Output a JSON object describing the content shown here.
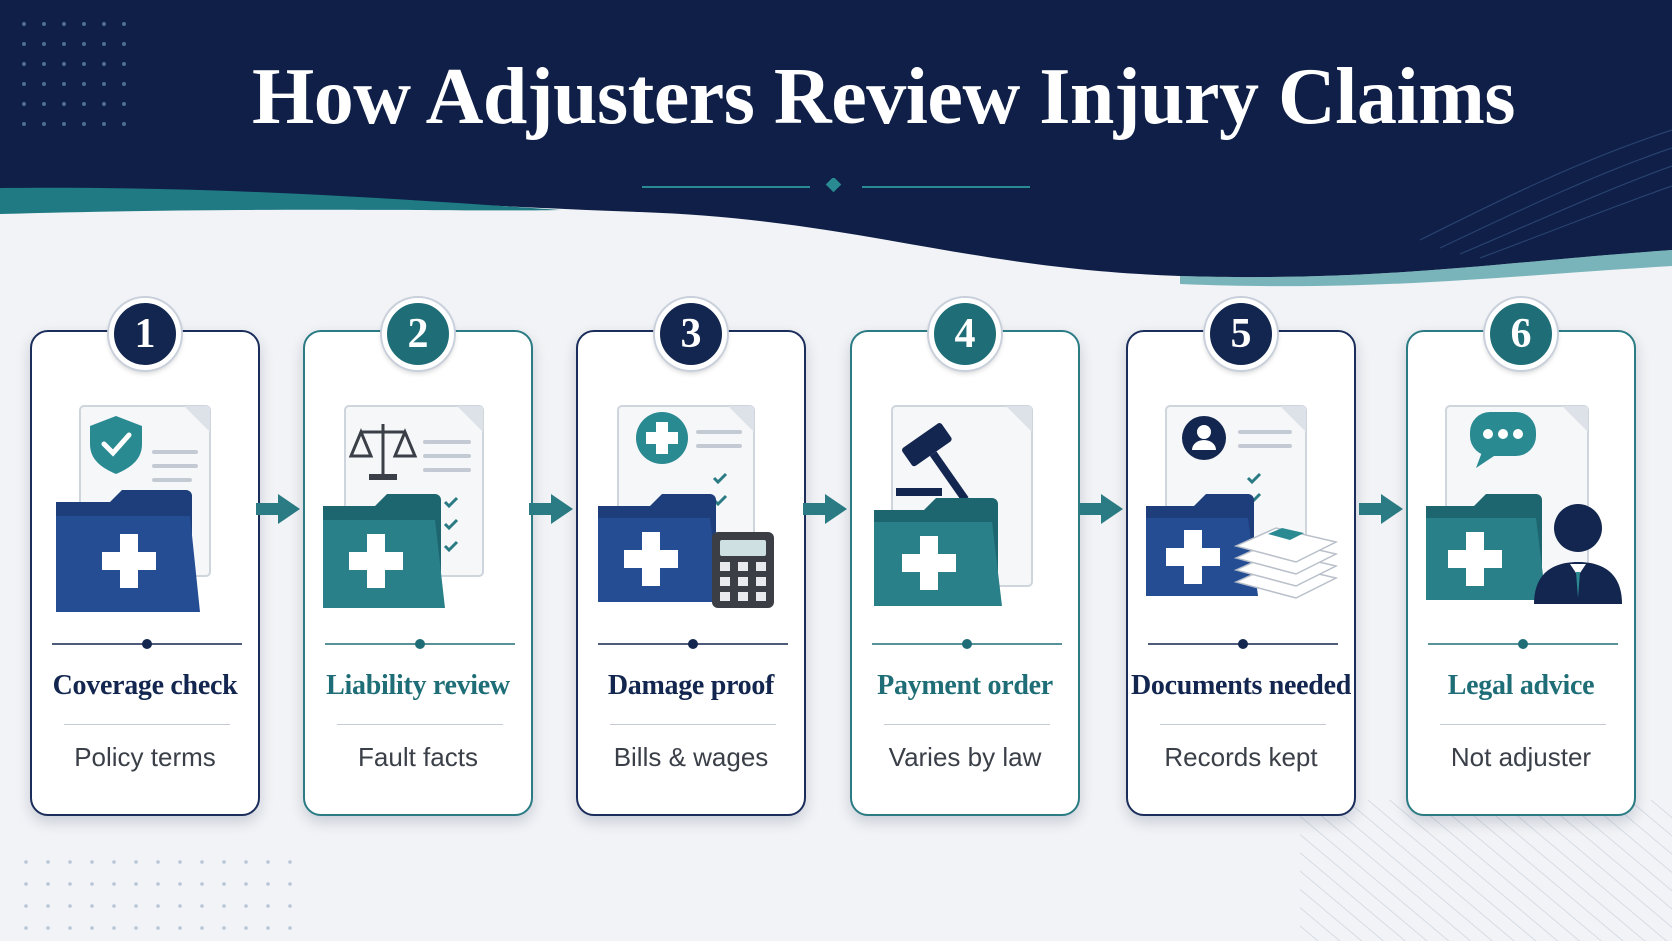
{
  "title": "How Adjusters Review Injury Claims",
  "colors": {
    "navy": "#13264f",
    "teal": "#1f6e77",
    "header_bg": "#0f1f47",
    "background": "#f1f3f6"
  },
  "steps": [
    {
      "number": "1",
      "title": "Coverage check",
      "subtitle": "Policy terms",
      "icon": "shield-check-folder-icon"
    },
    {
      "number": "2",
      "title": "Liability review",
      "subtitle": "Fault facts",
      "icon": "scales-folder-icon"
    },
    {
      "number": "3",
      "title": "Damage proof",
      "subtitle": "Bills & wages",
      "icon": "medical-calculator-folder-icon"
    },
    {
      "number": "4",
      "title": "Payment order",
      "subtitle": "Varies by law",
      "icon": "gavel-folder-icon"
    },
    {
      "number": "5",
      "title": "Documents needed",
      "subtitle": "Records kept",
      "icon": "person-documents-folder-icon"
    },
    {
      "number": "6",
      "title": "Legal advice",
      "subtitle": "Not adjuster",
      "icon": "chat-lawyer-folder-icon"
    }
  ]
}
